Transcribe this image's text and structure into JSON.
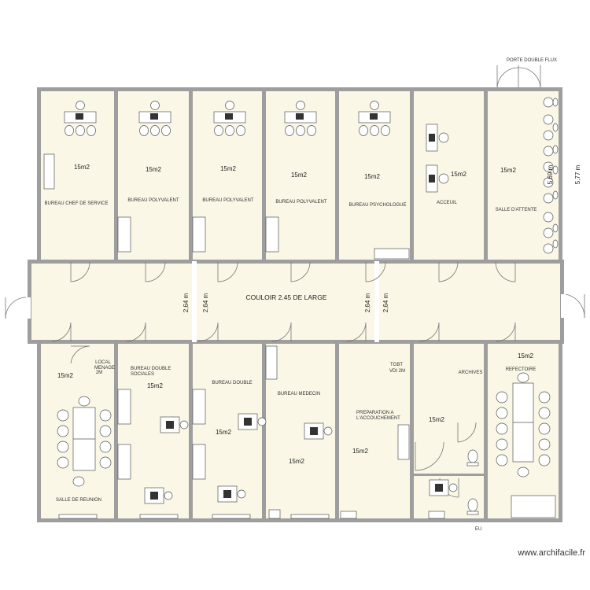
{
  "plan": {
    "top_label": "PORTE DOUBLE FLUX",
    "corridor_label": "COULOIR 2.45 DE LARGE",
    "corridor_dims": [
      "2,64 m",
      "2,64 m",
      "2,64 m",
      "2,64 m"
    ],
    "side_dims": [
      "5,69 m",
      "5,77 m"
    ],
    "wc_label": "EU",
    "watermark": "www.archifacile.fr"
  },
  "rooms_top": [
    {
      "label": "BUREAU CHEF DE SERVICE",
      "area": "15m2"
    },
    {
      "label": "BUREAU POLYVALENT",
      "area": "15m2"
    },
    {
      "label": "BUREAU POLYVALENT",
      "area": "15m2"
    },
    {
      "label": "BUREAU POLYVALENT",
      "area": "15m2"
    },
    {
      "label": "BUREAU PSYCHOLOGUE",
      "area": "15m2"
    },
    {
      "label": "ACCEUIL",
      "area": "15m2"
    },
    {
      "label": "SALLE D'ATTENTE",
      "area": "15m2"
    }
  ],
  "rooms_bottom": [
    {
      "label": "SALLE DE REUNION",
      "area": "15m2"
    },
    {
      "label_lines": [
        "LOCAL",
        "MENAGE",
        "2M"
      ]
    },
    {
      "label_lines": [
        "BUREAU DOUBLE",
        "SOCIALES"
      ],
      "area": "15m2"
    },
    {
      "label": "BUREAU DOUBLE",
      "area": "15m2"
    },
    {
      "label": "BUREAU MEDECIN",
      "area": "15m2"
    },
    {
      "label_lines": [
        "PREPARATION A",
        "L'ACCOUCHEMENT"
      ],
      "area": "15m2"
    },
    {
      "label_lines": [
        "TGBT",
        "VDI 2M"
      ]
    },
    {
      "area": "15m2"
    },
    {
      "label": "ARCHIVES"
    },
    {
      "label": "REFECTOIRE",
      "area": "15m2"
    }
  ]
}
